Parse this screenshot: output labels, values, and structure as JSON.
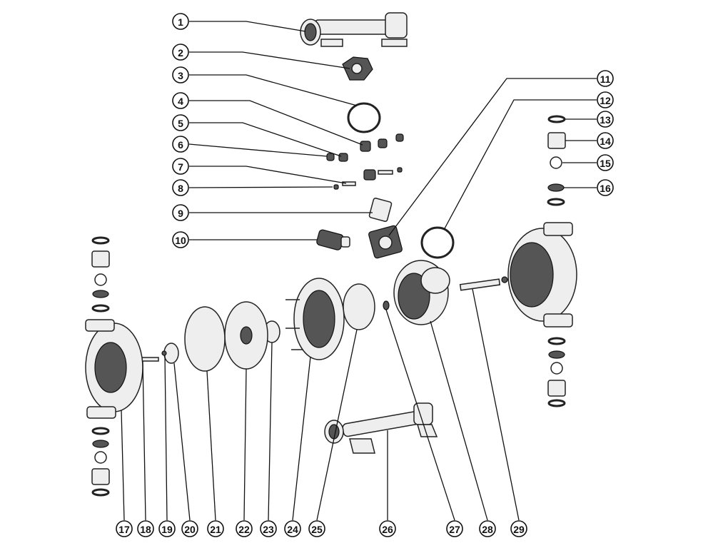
{
  "diagram": {
    "title": "Pump exploded parts diagram",
    "callouts": [
      "1",
      "2",
      "3",
      "4",
      "5",
      "6",
      "7",
      "8",
      "9",
      "10",
      "11",
      "12",
      "13",
      "14",
      "15",
      "16",
      "17",
      "18",
      "19",
      "20",
      "21",
      "22",
      "23",
      "24",
      "25",
      "26",
      "27",
      "28",
      "29"
    ]
  }
}
